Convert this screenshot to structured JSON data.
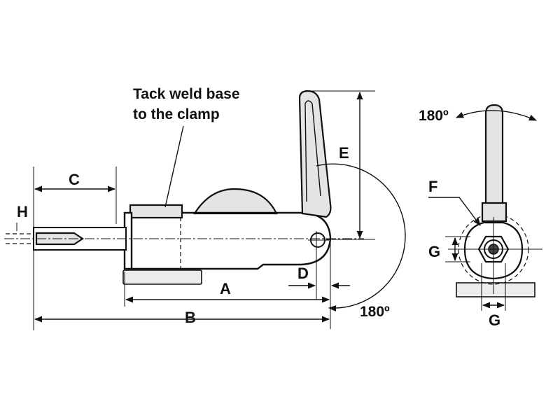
{
  "callout": {
    "line1": "Tack weld base",
    "line2": "to the clamp"
  },
  "dimensions": {
    "a": "A",
    "b": "B",
    "c": "C",
    "d": "D",
    "e": "E",
    "f": "F",
    "g_side": "G",
    "g_bottom": "G",
    "h": "H"
  },
  "rotation": {
    "side_view": "180º",
    "end_view": "180º"
  }
}
